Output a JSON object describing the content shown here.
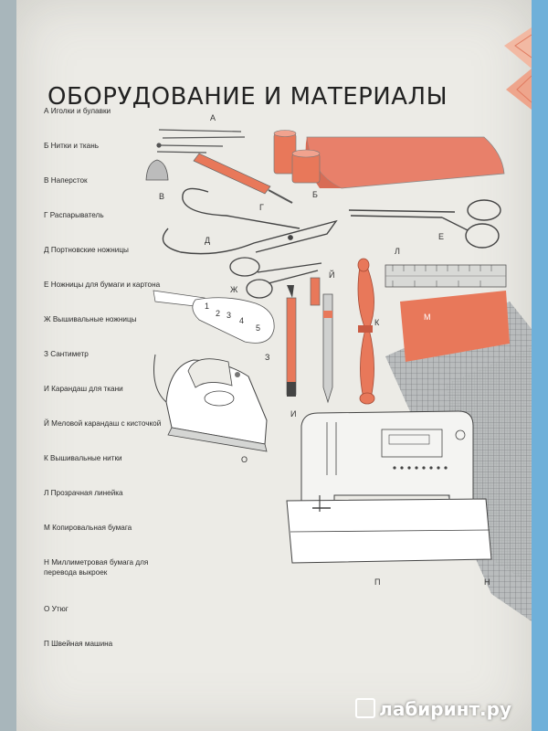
{
  "page": {
    "title": "ОБОРУДОВАНИЕ И МАТЕРИАЛЫ",
    "accent_color": "#e8785a",
    "page_color": "#ecebe6",
    "edge_color": "#6fb0d9"
  },
  "legend": [
    {
      "letter": "А",
      "text": "А Иголки и булавки"
    },
    {
      "letter": "Б",
      "text": "Б Нитки и ткань"
    },
    {
      "letter": "В",
      "text": "В Наперсток"
    },
    {
      "letter": "Г",
      "text": "Г Распарыватель"
    },
    {
      "letter": "Д",
      "text": "Д Портновские ножницы"
    },
    {
      "letter": "Е",
      "text": "Е Ножницы для бумаги и картона"
    },
    {
      "letter": "Ж",
      "text": "Ж Вышивальные ножницы"
    },
    {
      "letter": "З",
      "text": "З Сантиметр"
    },
    {
      "letter": "И",
      "text": "И Карандаш для ткани"
    },
    {
      "letter": "Й",
      "text": "Й Меловой карандаш с кисточкой"
    },
    {
      "letter": "К",
      "text": "К Вышивальные нитки"
    },
    {
      "letter": "Л",
      "text": "Л Прозрачная линейка"
    },
    {
      "letter": "М",
      "text": "М Копировальная бумага"
    },
    {
      "letter": "Н",
      "text": "Н Миллиметровая бумага для перевода выкроек"
    },
    {
      "letter": "О",
      "text": "О Утюг"
    },
    {
      "letter": "П",
      "text": "П Швейная машина"
    }
  ],
  "illustration_labels": {
    "a": "А",
    "b": "Б",
    "v": "В",
    "g": "Г",
    "d": "Д",
    "e": "Е",
    "zh": "Ж",
    "z": "З",
    "i": "И",
    "iy": "Й",
    "k": "К",
    "l": "Л",
    "m": "М",
    "n": "Н",
    "o": "О",
    "p": "П"
  },
  "tape_marks": [
    "1",
    "2",
    "3",
    "4",
    "5"
  ],
  "watermark": "лабиринт.ру"
}
